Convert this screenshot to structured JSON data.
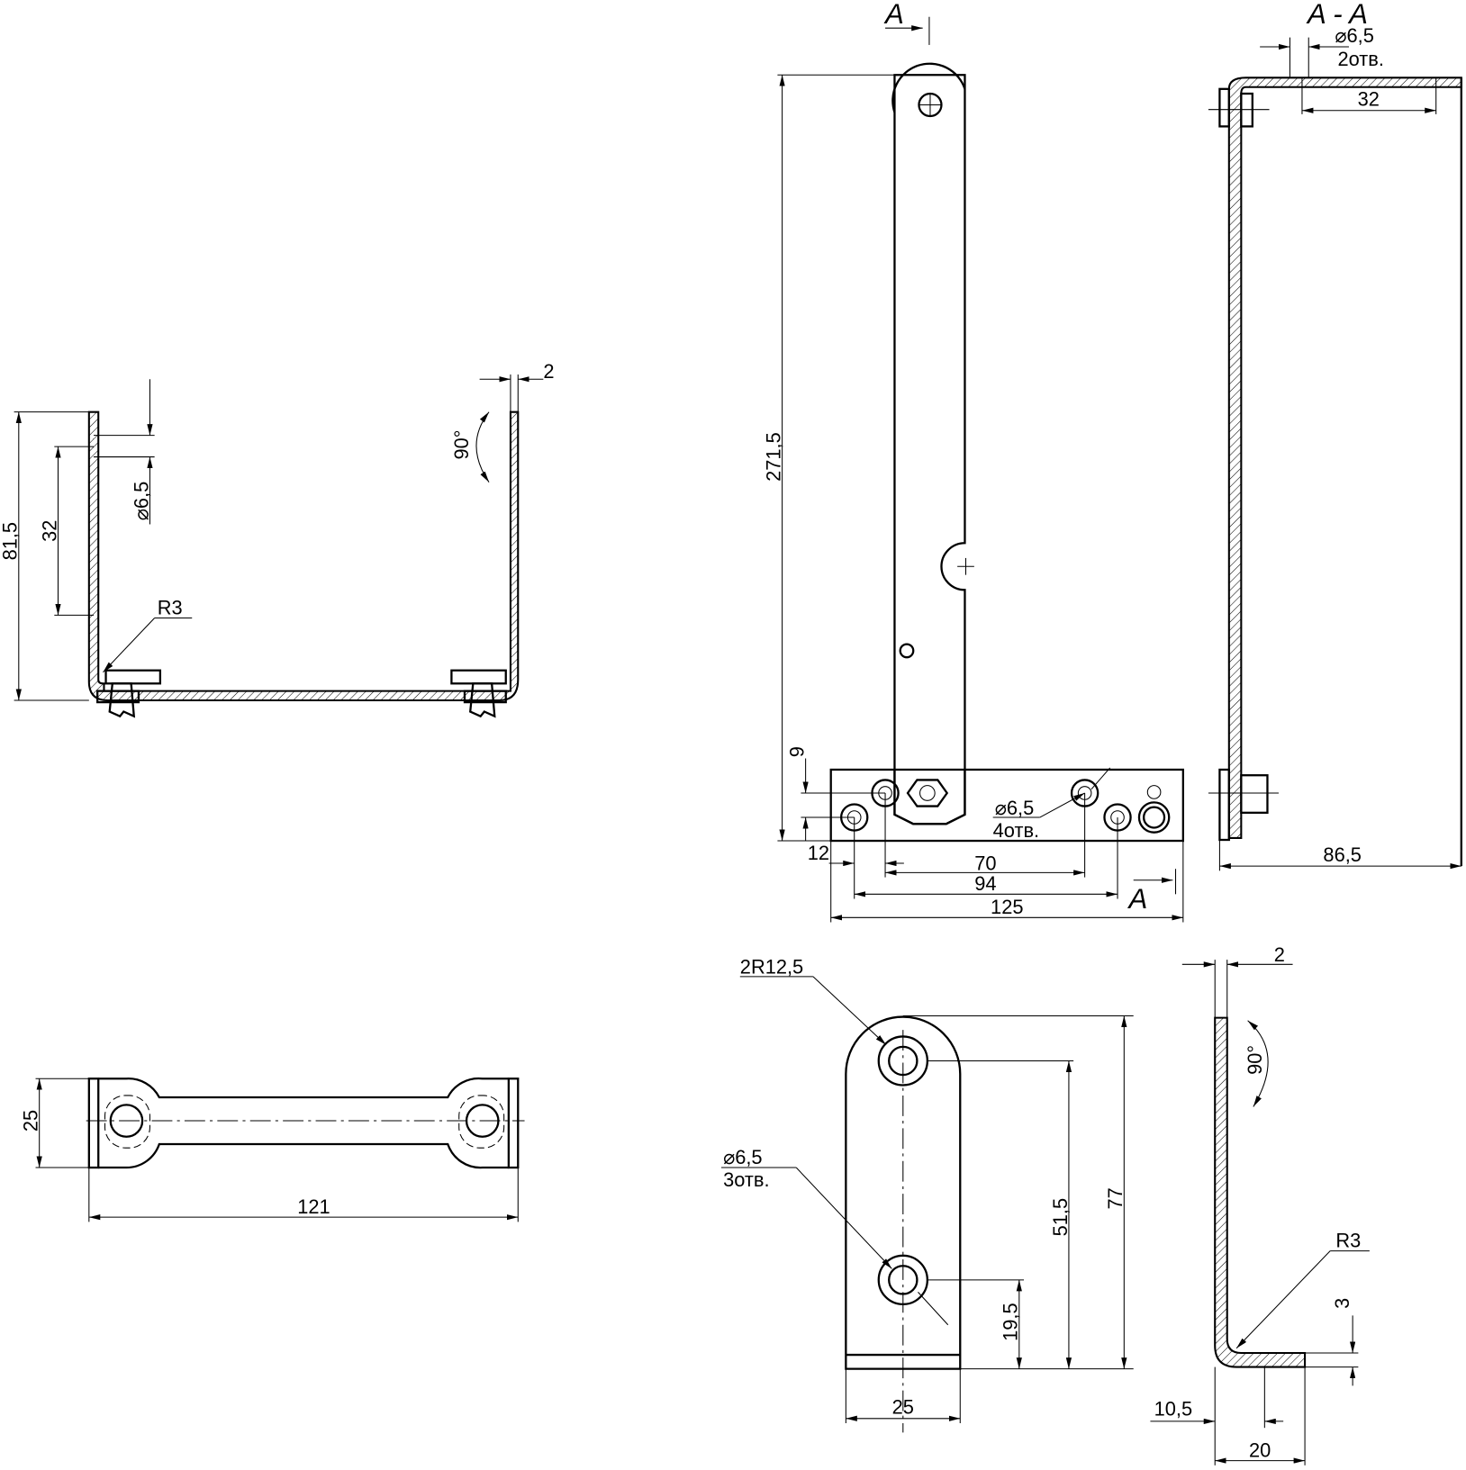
{
  "section_marks": {
    "a_top": "A",
    "a_bottom": "A",
    "section_title": "A - A"
  },
  "u_bracket": {
    "height": "81,5",
    "hole_spacing": "32",
    "hole_dia": "⌀6,5",
    "thickness": "2",
    "angle": "90°",
    "radius": "R3"
  },
  "bar_top": {
    "width": "25",
    "length": "121"
  },
  "front_view": {
    "height": "271,5",
    "offset_9": "9",
    "offset_12": "12",
    "spacing_70": "70",
    "spacing_94": "94",
    "length_125": "125",
    "hole_dia": "⌀6,5",
    "hole_count": "4отв."
  },
  "section_view": {
    "hole_dia": "⌀6,5",
    "hole_count": "2отв.",
    "spacing": "32",
    "depth": "86,5"
  },
  "bracket_front": {
    "radius": "2R12,5",
    "hole_dia": "⌀6,5",
    "hole_count": "3отв.",
    "dim_51_5": "51,5",
    "dim_77": "77",
    "dim_19_5": "19,5",
    "width": "25"
  },
  "bracket_side": {
    "thickness": "2",
    "angle": "90°",
    "radius": "R3",
    "dim_3": "3",
    "dim_10_5": "10,5",
    "dim_20": "20"
  }
}
